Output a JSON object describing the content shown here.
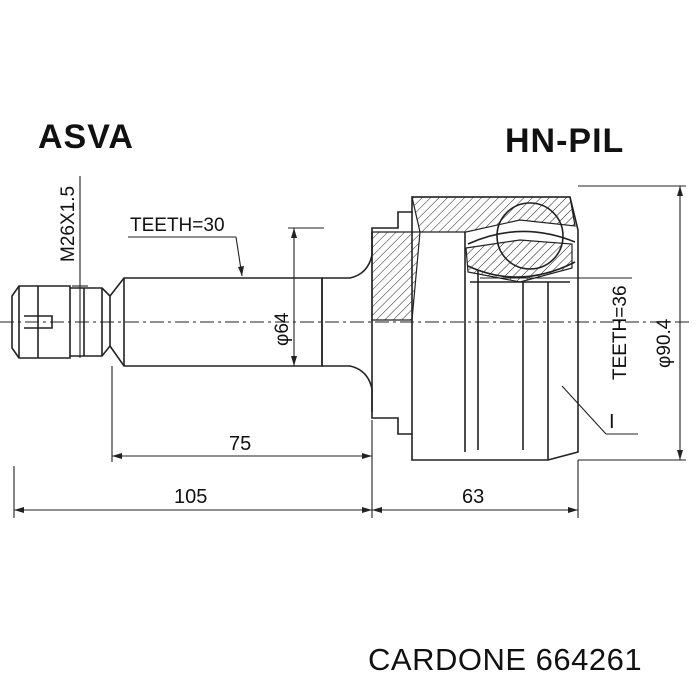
{
  "header": {
    "brand": "ASVA",
    "part_code": "HN-PIL"
  },
  "drawing": {
    "thread": "M26X1.5",
    "outer_teeth": "TEETH=30",
    "shaft_diameter": "φ64",
    "inner_teeth": "TEETH=36",
    "housing_diameter": "φ90.4",
    "shaft_length": "75",
    "stem_length": "105",
    "housing_length": "63",
    "section_mark": "I"
  },
  "footer": {
    "label": "CARDONE 664261"
  }
}
